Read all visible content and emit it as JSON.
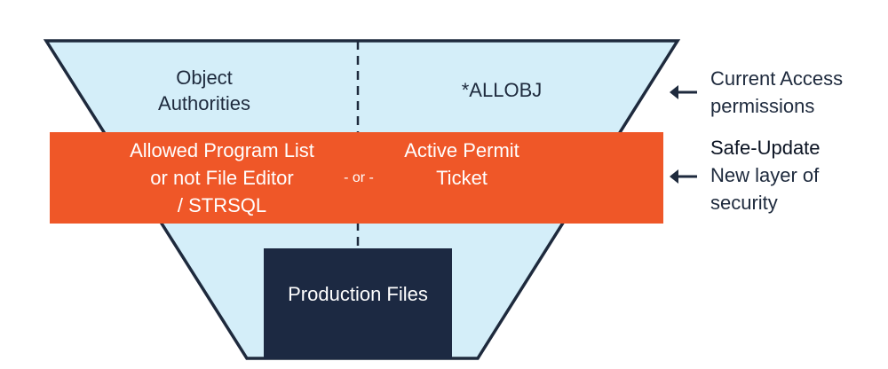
{
  "funnel_top": {
    "left_label": [
      "Object",
      "Authorities"
    ],
    "right_label": "*ALLOBJ"
  },
  "band": {
    "left_label": [
      "Allowed Program List",
      "or not File Editor",
      "/ STRSQL"
    ],
    "separator": "- or -",
    "right_label": [
      "Active Permit",
      "Ticket"
    ]
  },
  "base": {
    "label": "Production Files"
  },
  "annotations": {
    "current_access": [
      "Current Access",
      "permissions"
    ],
    "safe_update_title": "Safe-Update",
    "safe_update_body": [
      "New layer of",
      "security"
    ]
  },
  "colors": {
    "funnel_fill": "#d4eef9",
    "funnel_outline": "#1e2a3d",
    "band": "#ef5728",
    "base_box": "#1c2942",
    "arrow": "#1e2a3d"
  }
}
